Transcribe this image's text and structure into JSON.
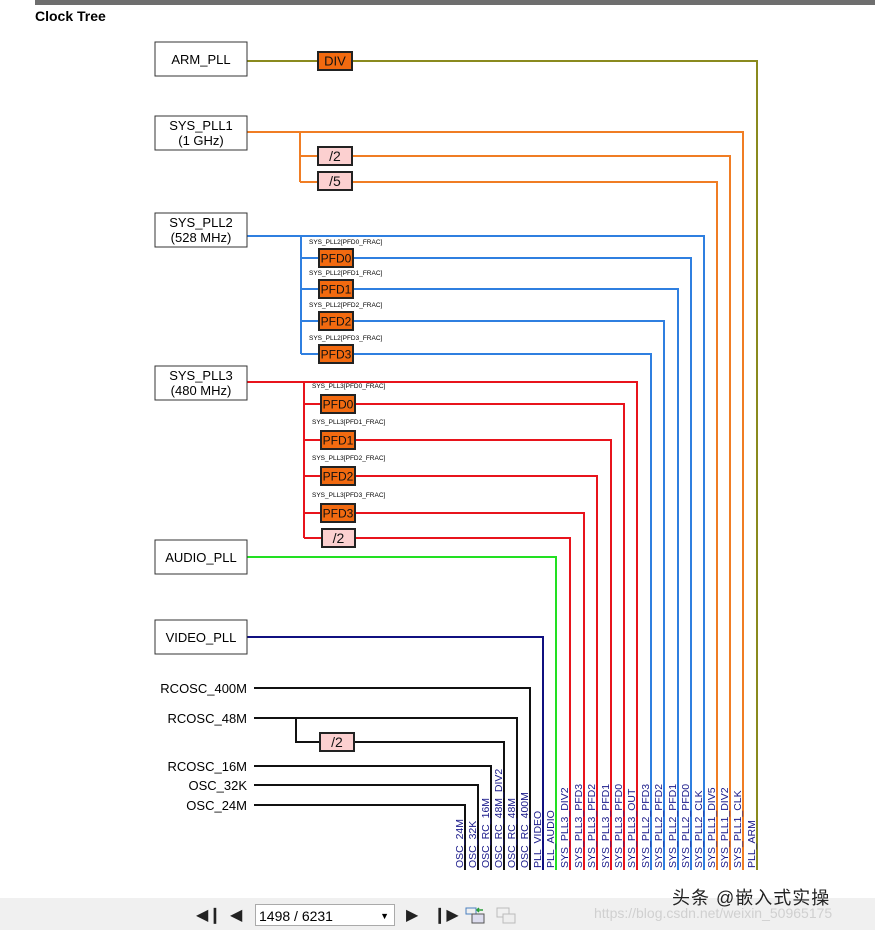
{
  "title": "Clock Tree",
  "colors": {
    "arm": "#8a8a1e",
    "pll1": "#f07d24",
    "pll2": "#2f7fe0",
    "pll3": "#e8141c",
    "audio": "#22e022",
    "video": "#101080",
    "osc": "#111111",
    "pfd_fill": "#f26a10",
    "div_fill": "#fcd0d0",
    "label_blue": "#1a1a8a"
  },
  "sources": [
    {
      "id": "arm_pll",
      "label": "ARM_PLL",
      "sub": ""
    },
    {
      "id": "sys_pll1",
      "label": "SYS_PLL1",
      "sub": "(1 GHz)"
    },
    {
      "id": "sys_pll2",
      "label": "SYS_PLL2",
      "sub": "(528 MHz)"
    },
    {
      "id": "sys_pll3",
      "label": "SYS_PLL3",
      "sub": "(480 MHz)"
    },
    {
      "id": "audio_pll",
      "label": "AUDIO_PLL",
      "sub": ""
    },
    {
      "id": "video_pll",
      "label": "VIDEO_PLL",
      "sub": ""
    }
  ],
  "osc_sources": [
    "RCOSC_400M",
    "RCOSC_48M",
    "RCOSC_16M",
    "OSC_32K",
    "OSC_24M"
  ],
  "blocks": {
    "arm_div": "DIV",
    "pll1_div2": "/2",
    "pll1_div5": "/5",
    "pll2_pfd": [
      "PFD0",
      "PFD1",
      "PFD2",
      "PFD3"
    ],
    "pll2_frac": [
      "SYS_PLL2[PFD0_FRAC]",
      "SYS_PLL2[PFD1_FRAC]",
      "SYS_PLL2[PFD2_FRAC]",
      "SYS_PLL2[PFD3_FRAC]"
    ],
    "pll3_pfd": [
      "PFD0",
      "PFD1",
      "PFD2",
      "PFD3"
    ],
    "pll3_frac": [
      "SYS_PLL3[PFD0_FRAC]",
      "SYS_PLL3[PFD1_FRAC]",
      "SYS_PLL3[PFD2_FRAC]",
      "SYS_PLL3[PFD3_FRAC]"
    ],
    "pll3_div2": "/2",
    "rc48_div2": "/2"
  },
  "outputs": [
    "OSC_24M",
    "OSC_32K",
    "OSC_RC_16M",
    "OSC_RC_48M_DIV2",
    "OSC_RC_48M",
    "OSC_RC_400M",
    "PLL_VIDEO",
    "PLL_AUDIO",
    "SYS_PLL3_DIV2",
    "SYS_PLL3_PFD3",
    "SYS_PLL3_PFD2",
    "SYS_PLL3_PFD1",
    "SYS_PLL3_PFD0",
    "SYS_PLL3_OUT",
    "SYS_PLL2_PFD3",
    "SYS_PLL2_PFD2",
    "SYS_PLL2_PFD1",
    "SYS_PLL2_PFD0",
    "SYS_PLL2_CLK",
    "SYS_PLL1_DIV5",
    "SYS_PLL1_DIV2",
    "SYS_PLL1_CLK",
    "PLL_ARM"
  ],
  "viewer": {
    "page_value": "1498 / 6231",
    "icons": [
      "first-page-icon",
      "prev-page-icon",
      "next-page-icon",
      "last-page-icon",
      "prev-view-icon",
      "next-view-icon"
    ]
  },
  "watermark": {
    "text": "头条 @嵌入式实操",
    "url": "https://blog.csdn.net/weixin_50965175"
  }
}
